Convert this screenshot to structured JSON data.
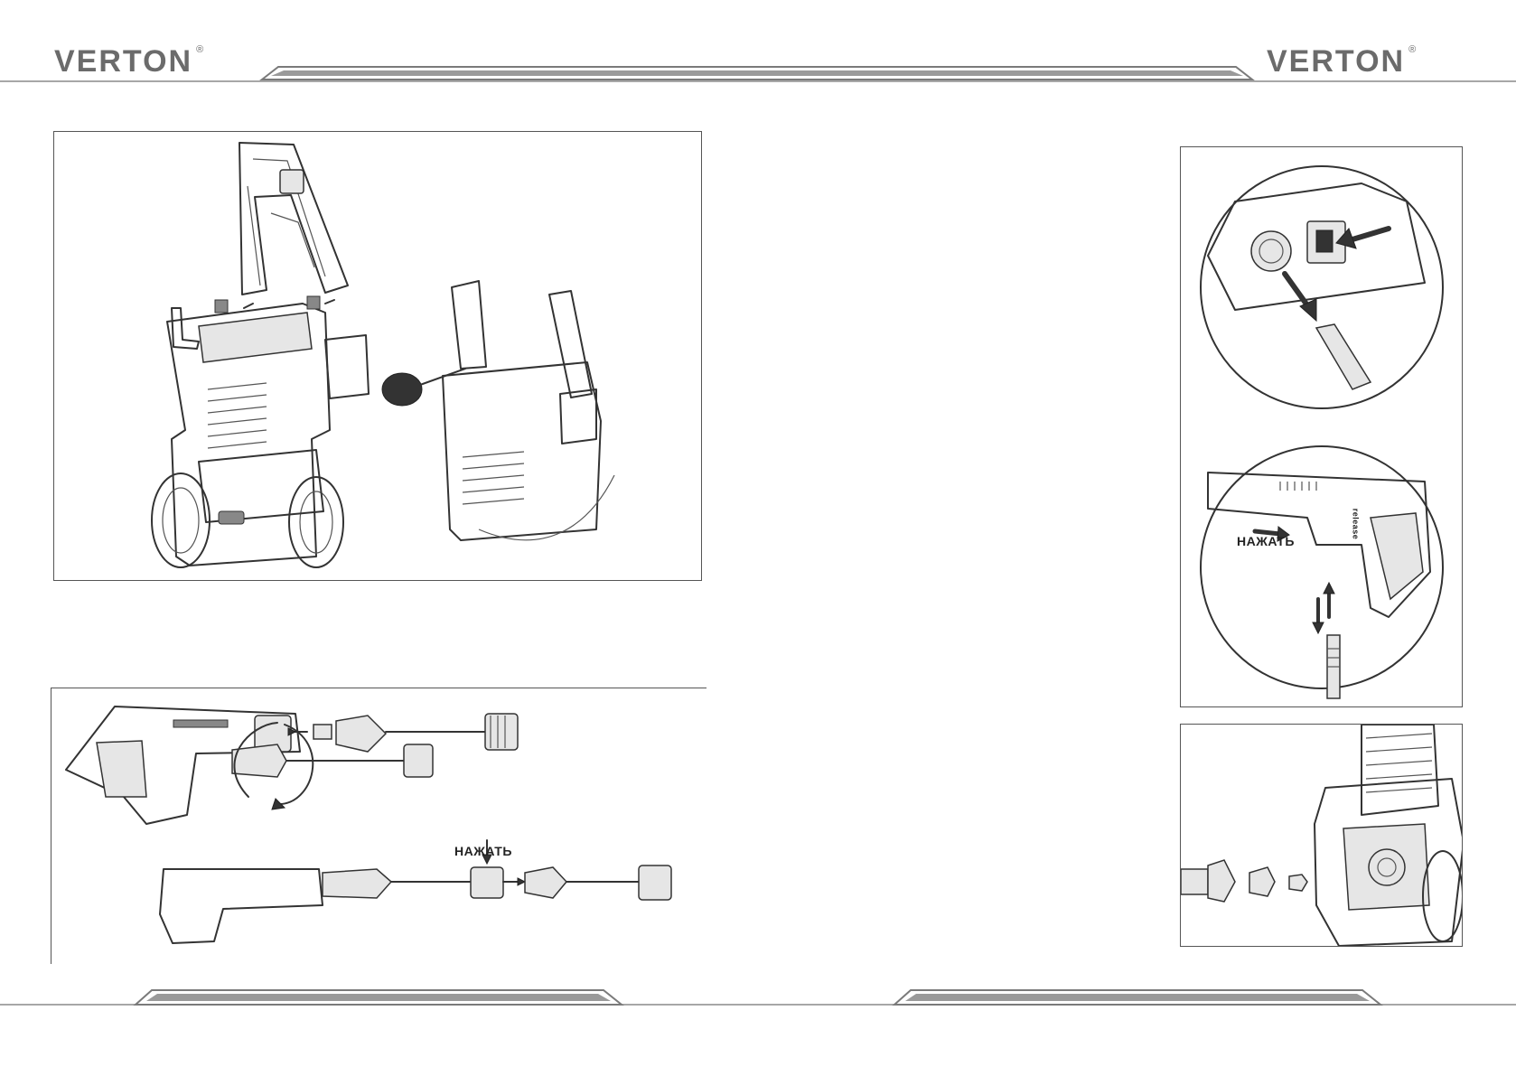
{
  "header": {
    "logo_left": "VERTON",
    "logo_right": "VERTON",
    "registered_mark": "®"
  },
  "illustrations": {
    "gun_panel": {
      "press_label": "НАЖАТЬ"
    },
    "hose_panel": {
      "press_label": "НАЖАТЬ",
      "release_label": "release"
    },
    "gun_release_label": "release"
  },
  "colors": {
    "line": "#333333",
    "frame": "#555555",
    "logo": "#6b6b6b",
    "decor_bar": "#8a8a8a"
  }
}
